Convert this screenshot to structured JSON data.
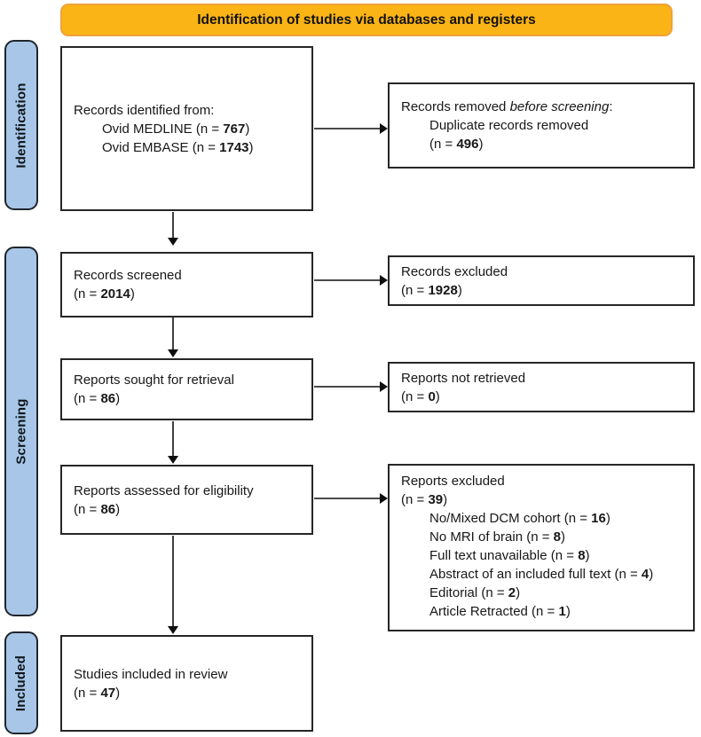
{
  "header": {
    "title": "Identification of studies via databases and registers",
    "bg_color": "#FBB415",
    "border_color": "#EDA23C"
  },
  "stages": {
    "identification": "Identification",
    "screening": "Screening",
    "included": "Included",
    "bg_color": "#A8C6E8"
  },
  "boxes": {
    "records_identified": {
      "title": "Records identified from:",
      "sources": [
        {
          "pre": "Ovid MEDLINE (n = ",
          "num": "767",
          "post": ")"
        },
        {
          "pre": "Ovid EMBASE (n = ",
          "num": "1743",
          "post": ")"
        }
      ]
    },
    "records_removed": {
      "t1": "Records removed ",
      "t1_italic": "before screening",
      "t1_end": ":",
      "reason": "Duplicate records removed",
      "n_pre": "(n = ",
      "n_num": "496",
      "n_post": ")"
    },
    "records_screened": {
      "title": "Records screened",
      "n_pre": "(n = ",
      "n_num": "2014",
      "n_post": ")"
    },
    "records_excluded": {
      "title": "Records excluded",
      "n_pre": "(n = ",
      "n_num": "1928",
      "n_post": ")"
    },
    "reports_sought": {
      "title": "Reports sought for retrieval",
      "n_pre": "(n = ",
      "n_num": "86",
      "n_post": ")"
    },
    "reports_not_retrieved": {
      "title": "Reports not retrieved",
      "n_pre": "(n = ",
      "n_num": "0",
      "n_post": ")"
    },
    "reports_assessed": {
      "title": "Reports assessed for eligibility",
      "n_pre": "(n = ",
      "n_num": "86",
      "n_post": ")"
    },
    "reports_excluded": {
      "title": "Reports excluded",
      "n_pre": "(n = ",
      "n_num": "39",
      "n_post": ")",
      "reasons": [
        {
          "pre": "No/Mixed DCM cohort (n = ",
          "num": "16",
          "post": ")"
        },
        {
          "pre": "No MRI of brain (n = ",
          "num": "8",
          "post": ")"
        },
        {
          "pre": "Full text unavailable (n = ",
          "num": "8",
          "post": ")"
        },
        {
          "pre": "Abstract of an included full text (n = ",
          "num": "4",
          "post": ")"
        },
        {
          "pre": "Editorial (n = ",
          "num": "2",
          "post": ")"
        },
        {
          "pre": "Article Retracted (n = ",
          "num": "1",
          "post": ")"
        }
      ]
    },
    "studies_included": {
      "title": "Studies included in review",
      "n_pre": "(n = ",
      "n_num": "47",
      "n_post": ")"
    }
  }
}
